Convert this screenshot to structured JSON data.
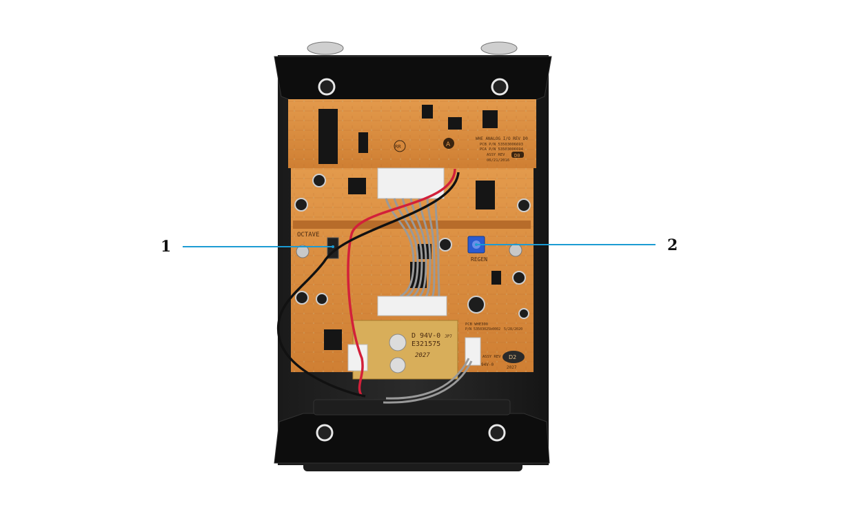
{
  "callouts": [
    {
      "number": "1",
      "target": "octave-switch"
    },
    {
      "number": "2",
      "target": "regen-trimmer"
    }
  ],
  "pcb_labels": {
    "io_board_title": "WHE ANALOG I/O REV D0",
    "pcb_pn": "PCB P/N 53503006693",
    "pca_pn": "PCA P/N 53503006694",
    "assy_rev": "ASSY REV",
    "assy_rev_code": "D0",
    "io_date": "06/21/2016",
    "octave_label": "OCTAVE",
    "regen_label": "REGEN",
    "main_pcb_title": "PCB WHE300",
    "main_pcb_pn": "P/N 53503025b0002",
    "main_date": "5/28/2020",
    "main_assy": "ASSY REV",
    "main_rev_code": "D2",
    "rating": "94V-0",
    "rating_d": "D 94V-0",
    "ul_code": "E321575",
    "year_mark": "2027",
    "rr_mark": "RR",
    "a_mark": "A",
    "jp_label": "JP7"
  },
  "colors": {
    "callout_line": "#1b9bd3",
    "pcb_orange": "#d9893e",
    "enclosure": "#111111",
    "trimmer_blue": "#2a5bd0"
  }
}
